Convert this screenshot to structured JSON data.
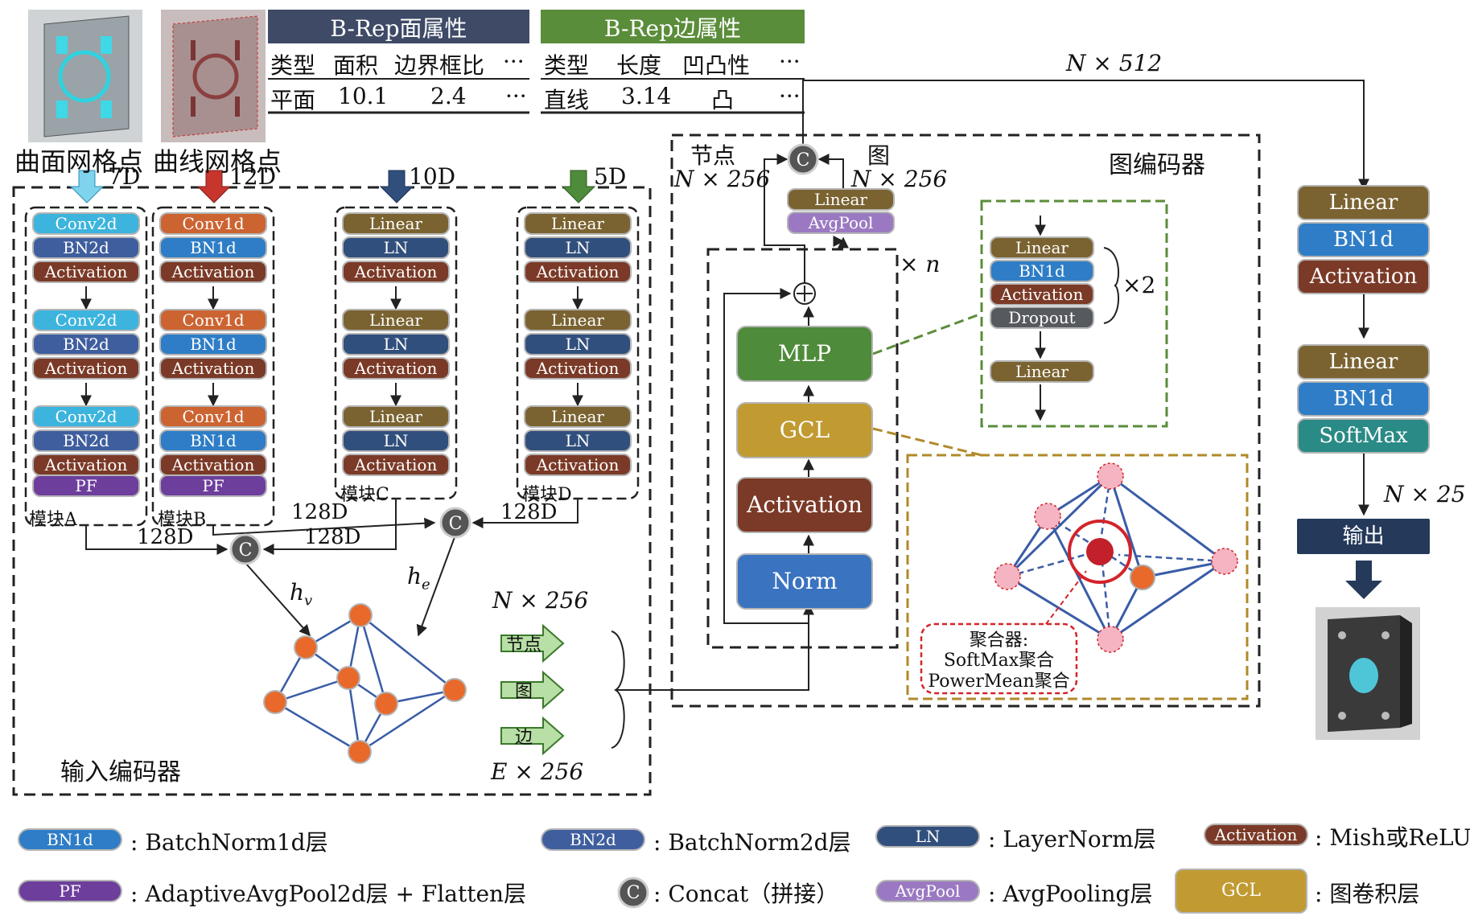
{
  "top": {
    "surface_label": "曲面网格点",
    "curve_label": "曲线网格点",
    "face_table": {
      "title": "B-Rep面属性",
      "headers": [
        "类型",
        "面积",
        "边界框比",
        "···"
      ],
      "row": [
        "平面",
        "10.1",
        "2.4",
        "···"
      ]
    },
    "edge_table": {
      "title": "B-Rep边属性",
      "headers": [
        "类型",
        "长度",
        "凹凸性",
        "···"
      ],
      "row": [
        "直线",
        "3.14",
        "凸",
        "···"
      ]
    },
    "dims": [
      "7D",
      "12D",
      "10D",
      "5D"
    ],
    "n512": "N × 512"
  },
  "input_encoder": {
    "title": "输入编码器",
    "module_a": {
      "label": "模块A",
      "blocks": [
        "Conv2d",
        "BN2d",
        "Activation",
        "Conv2d",
        "BN2d",
        "Activation",
        "Conv2d",
        "BN2d",
        "Activation",
        "PF"
      ]
    },
    "module_b": {
      "label": "模块B",
      "blocks": [
        "Conv1d",
        "BN1d",
        "Activation",
        "Conv1d",
        "BN1d",
        "Activation",
        "Conv1d",
        "BN1d",
        "Activation",
        "PF"
      ]
    },
    "module_c": {
      "label": "模块C",
      "blocks": [
        "Linear",
        "LN",
        "Activation",
        "Linear",
        "LN",
        "Activation",
        "Linear",
        "LN",
        "Activation"
      ]
    },
    "module_d": {
      "label": "模块D",
      "blocks": [
        "Linear",
        "LN",
        "Activation",
        "Linear",
        "LN",
        "Activation",
        "Linear",
        "LN",
        "Activation"
      ]
    },
    "dim128": "128D",
    "hv": "h",
    "hv_sub": "v",
    "he": "h",
    "he_sub": "e",
    "concat_symbol": "C",
    "outputs": {
      "node": "节点",
      "graph": "图",
      "edge": "边",
      "n256": "N × 256",
      "e256": "E × 256"
    }
  },
  "graph_encoder": {
    "title": "图编码器",
    "node_label": "节点",
    "node_dim": "N × 256",
    "graph_label": "图",
    "graph_dim": "N × 256",
    "head_blocks": [
      "Linear",
      "AvgPool"
    ],
    "times_n": "× n",
    "plus": "+",
    "layer_blocks": [
      "MLP",
      "GCL",
      "Activation",
      "Norm"
    ],
    "mlp_detail": {
      "blocks": [
        "Linear",
        "BN1d",
        "Activation",
        "Dropout"
      ],
      "times2": "×2",
      "final": "Linear"
    },
    "aggregator": {
      "title": "聚合器:",
      "line1": "SoftMax聚合",
      "line2": "PowerMean聚合"
    }
  },
  "classifier": {
    "blocks1": [
      "Linear",
      "BN1d",
      "Activation"
    ],
    "blocks2": [
      "Linear",
      "BN1d",
      "SoftMax"
    ],
    "n25": "N × 25",
    "output": "输出"
  },
  "legend": [
    {
      "block": "BN1d",
      "desc": ": BatchNorm1d层"
    },
    {
      "block": "BN2d",
      "desc": ": BatchNorm2d层"
    },
    {
      "block": "LN",
      "desc": ": LayerNorm层"
    },
    {
      "block": "Activation",
      "desc": ": Mish或ReLU"
    },
    {
      "block": "PF",
      "desc": ": AdaptiveAvgPool2d层 + Flatten层"
    },
    {
      "block": "C",
      "desc": ": Concat（拼接）"
    },
    {
      "block": "AvgPool",
      "desc": ": AvgPooling层"
    },
    {
      "block": "GCL",
      "desc": ": 图卷积层"
    }
  ],
  "colors": {
    "linear": "#7a6331",
    "bn1d": "#2e7dc6",
    "bn2d": "#3e5e9e",
    "ln": "#314f7c",
    "activation": "#7b3a27",
    "conv2d": "#3cb4dd",
    "conv1d": "#cc6432",
    "pf": "#6d3e9c",
    "avgpool": "#9b79c2",
    "mlp": "#4e8b3a",
    "gcl": "#c19a32",
    "norm": "#3a73c0",
    "softmax": "#2a8a86",
    "graph_node": "#e8692a",
    "face_header": "#3e4a66",
    "edge_header": "#5a8d3a"
  }
}
